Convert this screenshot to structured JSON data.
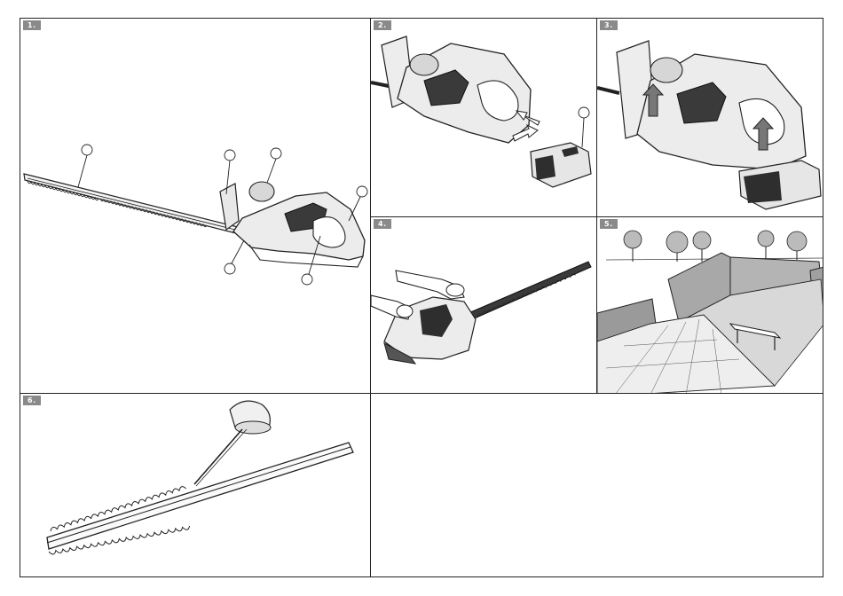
{
  "panels": [
    {
      "label": "1."
    },
    {
      "label": "2."
    },
    {
      "label": "3."
    },
    {
      "label": "4."
    },
    {
      "label": "5."
    },
    {
      "label": "6."
    }
  ]
}
